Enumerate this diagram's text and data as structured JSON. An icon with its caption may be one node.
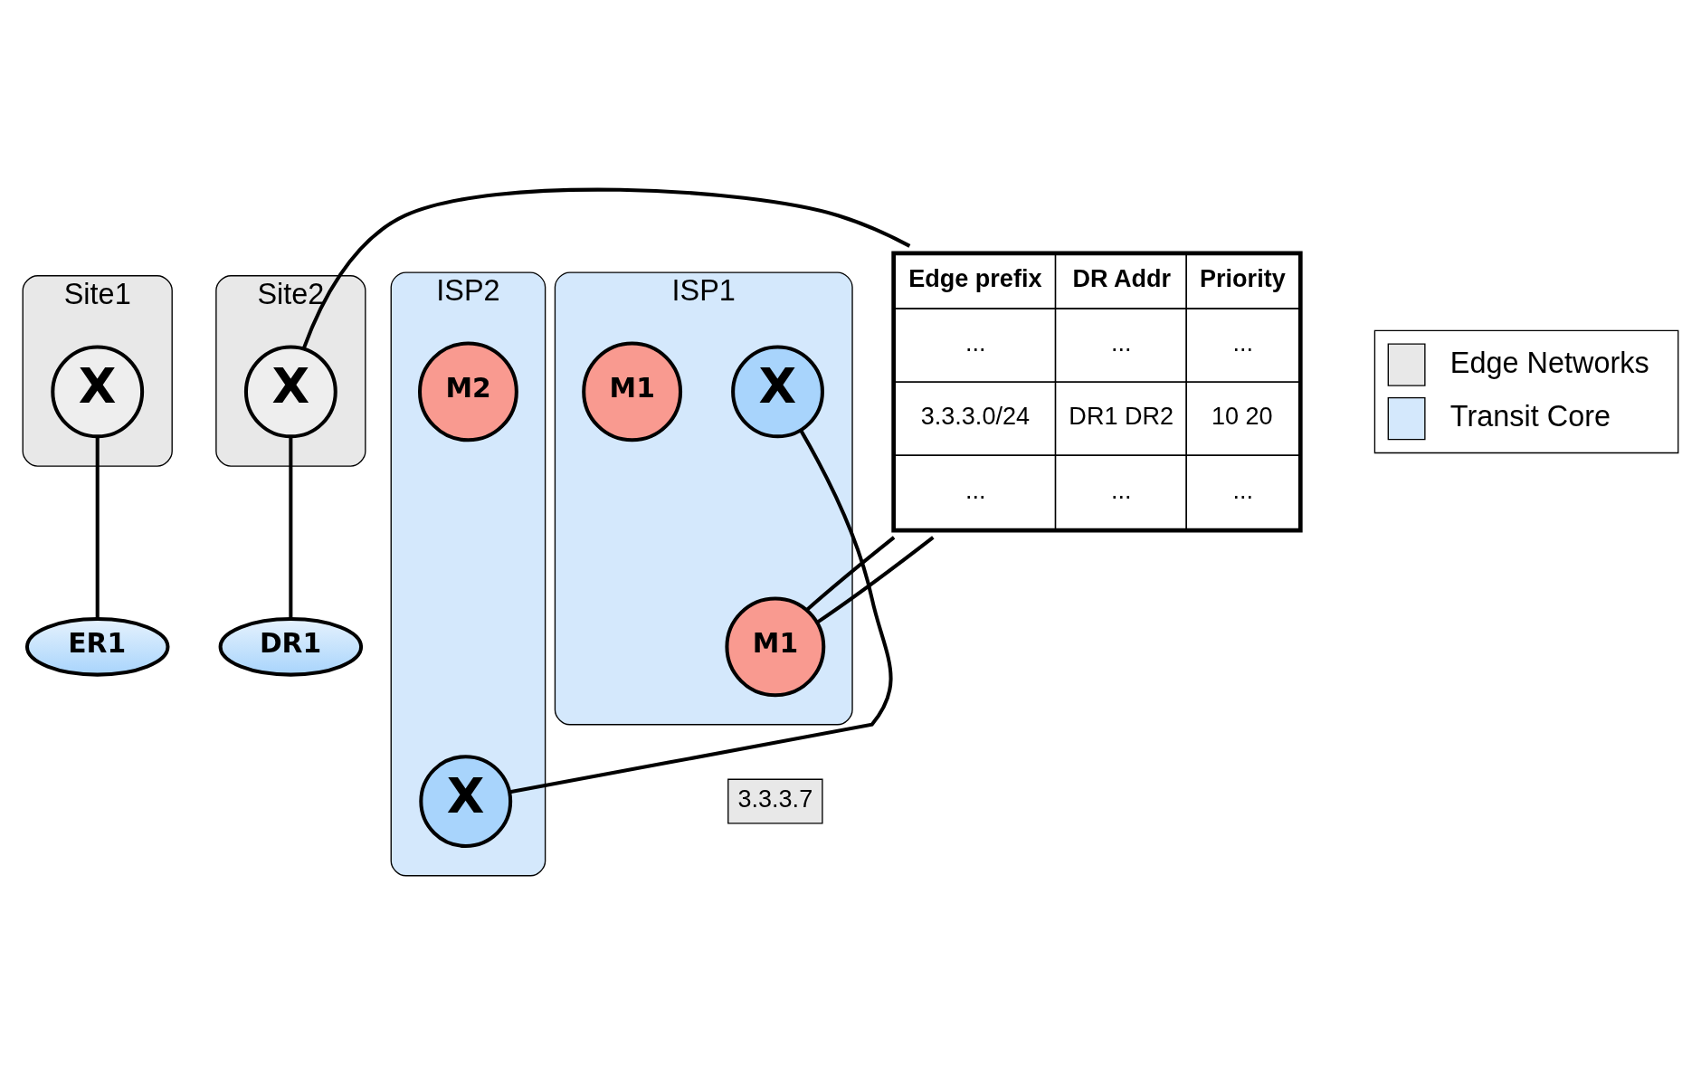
{
  "diagram": {
    "nodes": [
      {
        "text": [
          "Site1"
        ]
      },
      {
        "text": [
          "X"
        ],
        "in": 0
      },
      {
        "text": [
          "ER1"
        ]
      },
      {
        "text": [
          "Site2"
        ]
      },
      {
        "text": [
          "X"
        ],
        "in": 3
      },
      {
        "text": [
          "DR1"
        ]
      },
      {
        "text": [
          "Edge prefix",
          "DR Addr",
          "Priority",
          "...",
          "...",
          "...",
          "3.3.3.0/24",
          "DR1 DR2",
          "10 20",
          "...",
          "...",
          "..."
        ]
      },
      {
        "text": [
          "ISP1"
        ]
      },
      {
        "text": [
          "X"
        ],
        "in": 7
      },
      {
        "text": [
          "M1"
        ],
        "in": 7
      },
      {
        "text": [
          "M1"
        ],
        "in": 7
      },
      {
        "text": [
          "ISP2"
        ]
      },
      {
        "text": [
          "X"
        ],
        "in": 11
      },
      {
        "text": [
          "M2"
        ],
        "in": 11
      },
      {
        "text": [
          "3.3.3.7"
        ]
      }
    ],
    "edges": [
      {
        "from": 1,
        "to": 2,
        "arrow": "none"
      },
      {
        "from": 4,
        "to": 5,
        "arrow": "none"
      },
      {
        "from": 6,
        "to": 4,
        "arrow": "none"
      },
      {
        "from": 6,
        "to": 9,
        "arrow": "none"
      },
      {
        "from": 6,
        "to": 9,
        "arrow": "none"
      },
      {
        "from": 8,
        "to": 12,
        "arrow": "none"
      }
    ],
    "legend": [
      {
        "text": "Edge Networks",
        "color": "#e8e8e8"
      },
      {
        "text": "Transit Core",
        "color": "#d4e8fc"
      }
    ]
  }
}
